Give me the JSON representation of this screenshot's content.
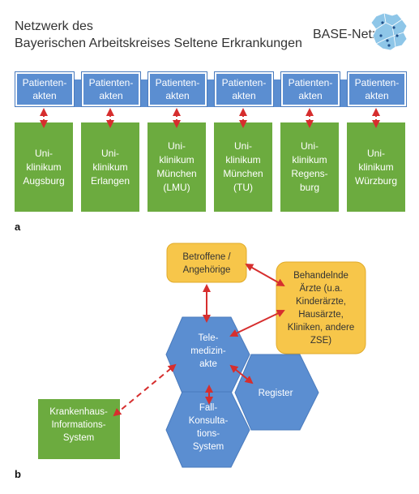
{
  "header": {
    "title": "Netzwerk des\nBayerischen Arbeitskreises Seltene Erkrankungen",
    "brand": "BASE-Netz",
    "logo_icon": "bavaria-map-icon"
  },
  "panel_a": {
    "label": "a",
    "sites": [
      {
        "akte": "Patienten-\nakten",
        "clinic": "Uni-\nklinikum\nAugsburg"
      },
      {
        "akte": "Patienten-\nakten",
        "clinic": "Uni-\nklinikum\nErlangen"
      },
      {
        "akte": "Patienten-\nakten",
        "clinic": "Uni-\nklinikum\nMünchen\n(LMU)"
      },
      {
        "akte": "Patienten-\nakten",
        "clinic": "Uni-\nklinikum\nMünchen\n(TU)"
      },
      {
        "akte": "Patienten-\nakten",
        "clinic": "Uni-\nklinikum\nRegens-\nburg"
      },
      {
        "akte": "Patienten-\nakten",
        "clinic": "Uni-\nklinikum\nWürzburg"
      }
    ]
  },
  "panel_b": {
    "label": "b",
    "betroffene": "Betroffene /\nAngehörige",
    "aerzte": "Behandelnde\nÄrzte (u.a.\nKinderärzte,\nHausärzte,\nKliniken, andere\nZSE)",
    "telemedizin": "Tele-\nmedizin-\nakte",
    "register": "Register",
    "fallkonsultation": "Fall-\nKonsulta-\ntions-\nSystem",
    "krankenhaus": "Krankenhaus-\nInformations-\nSystem"
  },
  "colors": {
    "blue": "#5b8ed1",
    "green": "#6cab3f",
    "yellow": "#f7c64a",
    "arrow_red": "#d62e2e"
  }
}
